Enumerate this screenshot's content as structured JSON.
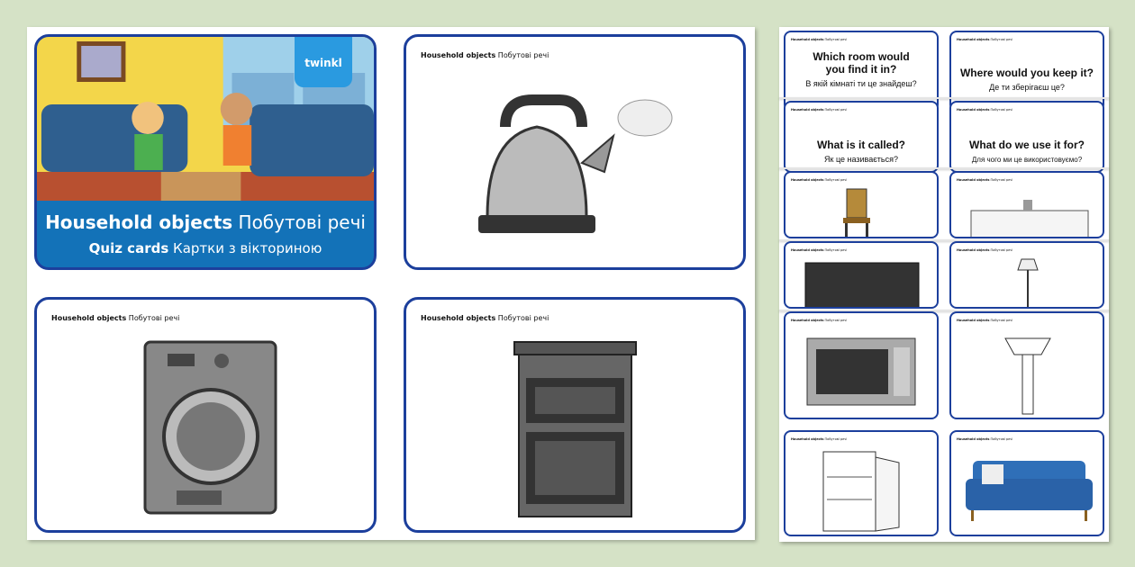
{
  "cover": {
    "title_en": "Household objects",
    "title_uk": "Побутові речі",
    "sub_en": "Quiz cards",
    "sub_uk": "Картки з вікториною",
    "logo": "twinkl"
  },
  "card_label": {
    "en": "Household objects",
    "uk": "Побутові речі"
  },
  "cards": [
    {
      "image": "kettle-icon"
    },
    {
      "image": "washing-machine-icon"
    },
    {
      "image": "oven-icon"
    }
  ],
  "questions": [
    {
      "en": "Which room would you find it in?",
      "uk": "В якій кімнаті ти це знайдеш?"
    },
    {
      "en": "Where would you keep it?",
      "uk": "Де ти зберігаєш це?"
    },
    {
      "en": "What is it called?",
      "uk": "Як це називається?"
    },
    {
      "en": "What do we use it for?",
      "uk": "Для чого ми це використовуємо?"
    }
  ],
  "mini_images": [
    "chair-icon",
    "bathtub-icon",
    "television-icon",
    "lamp-icon",
    "microwave-icon",
    "sink-icon",
    "fridge-icon",
    "sofa-icon"
  ],
  "colors": {
    "card_border": "#1c3f9c",
    "cover_bg": "#1372b8",
    "background": "#d5e2c6"
  }
}
